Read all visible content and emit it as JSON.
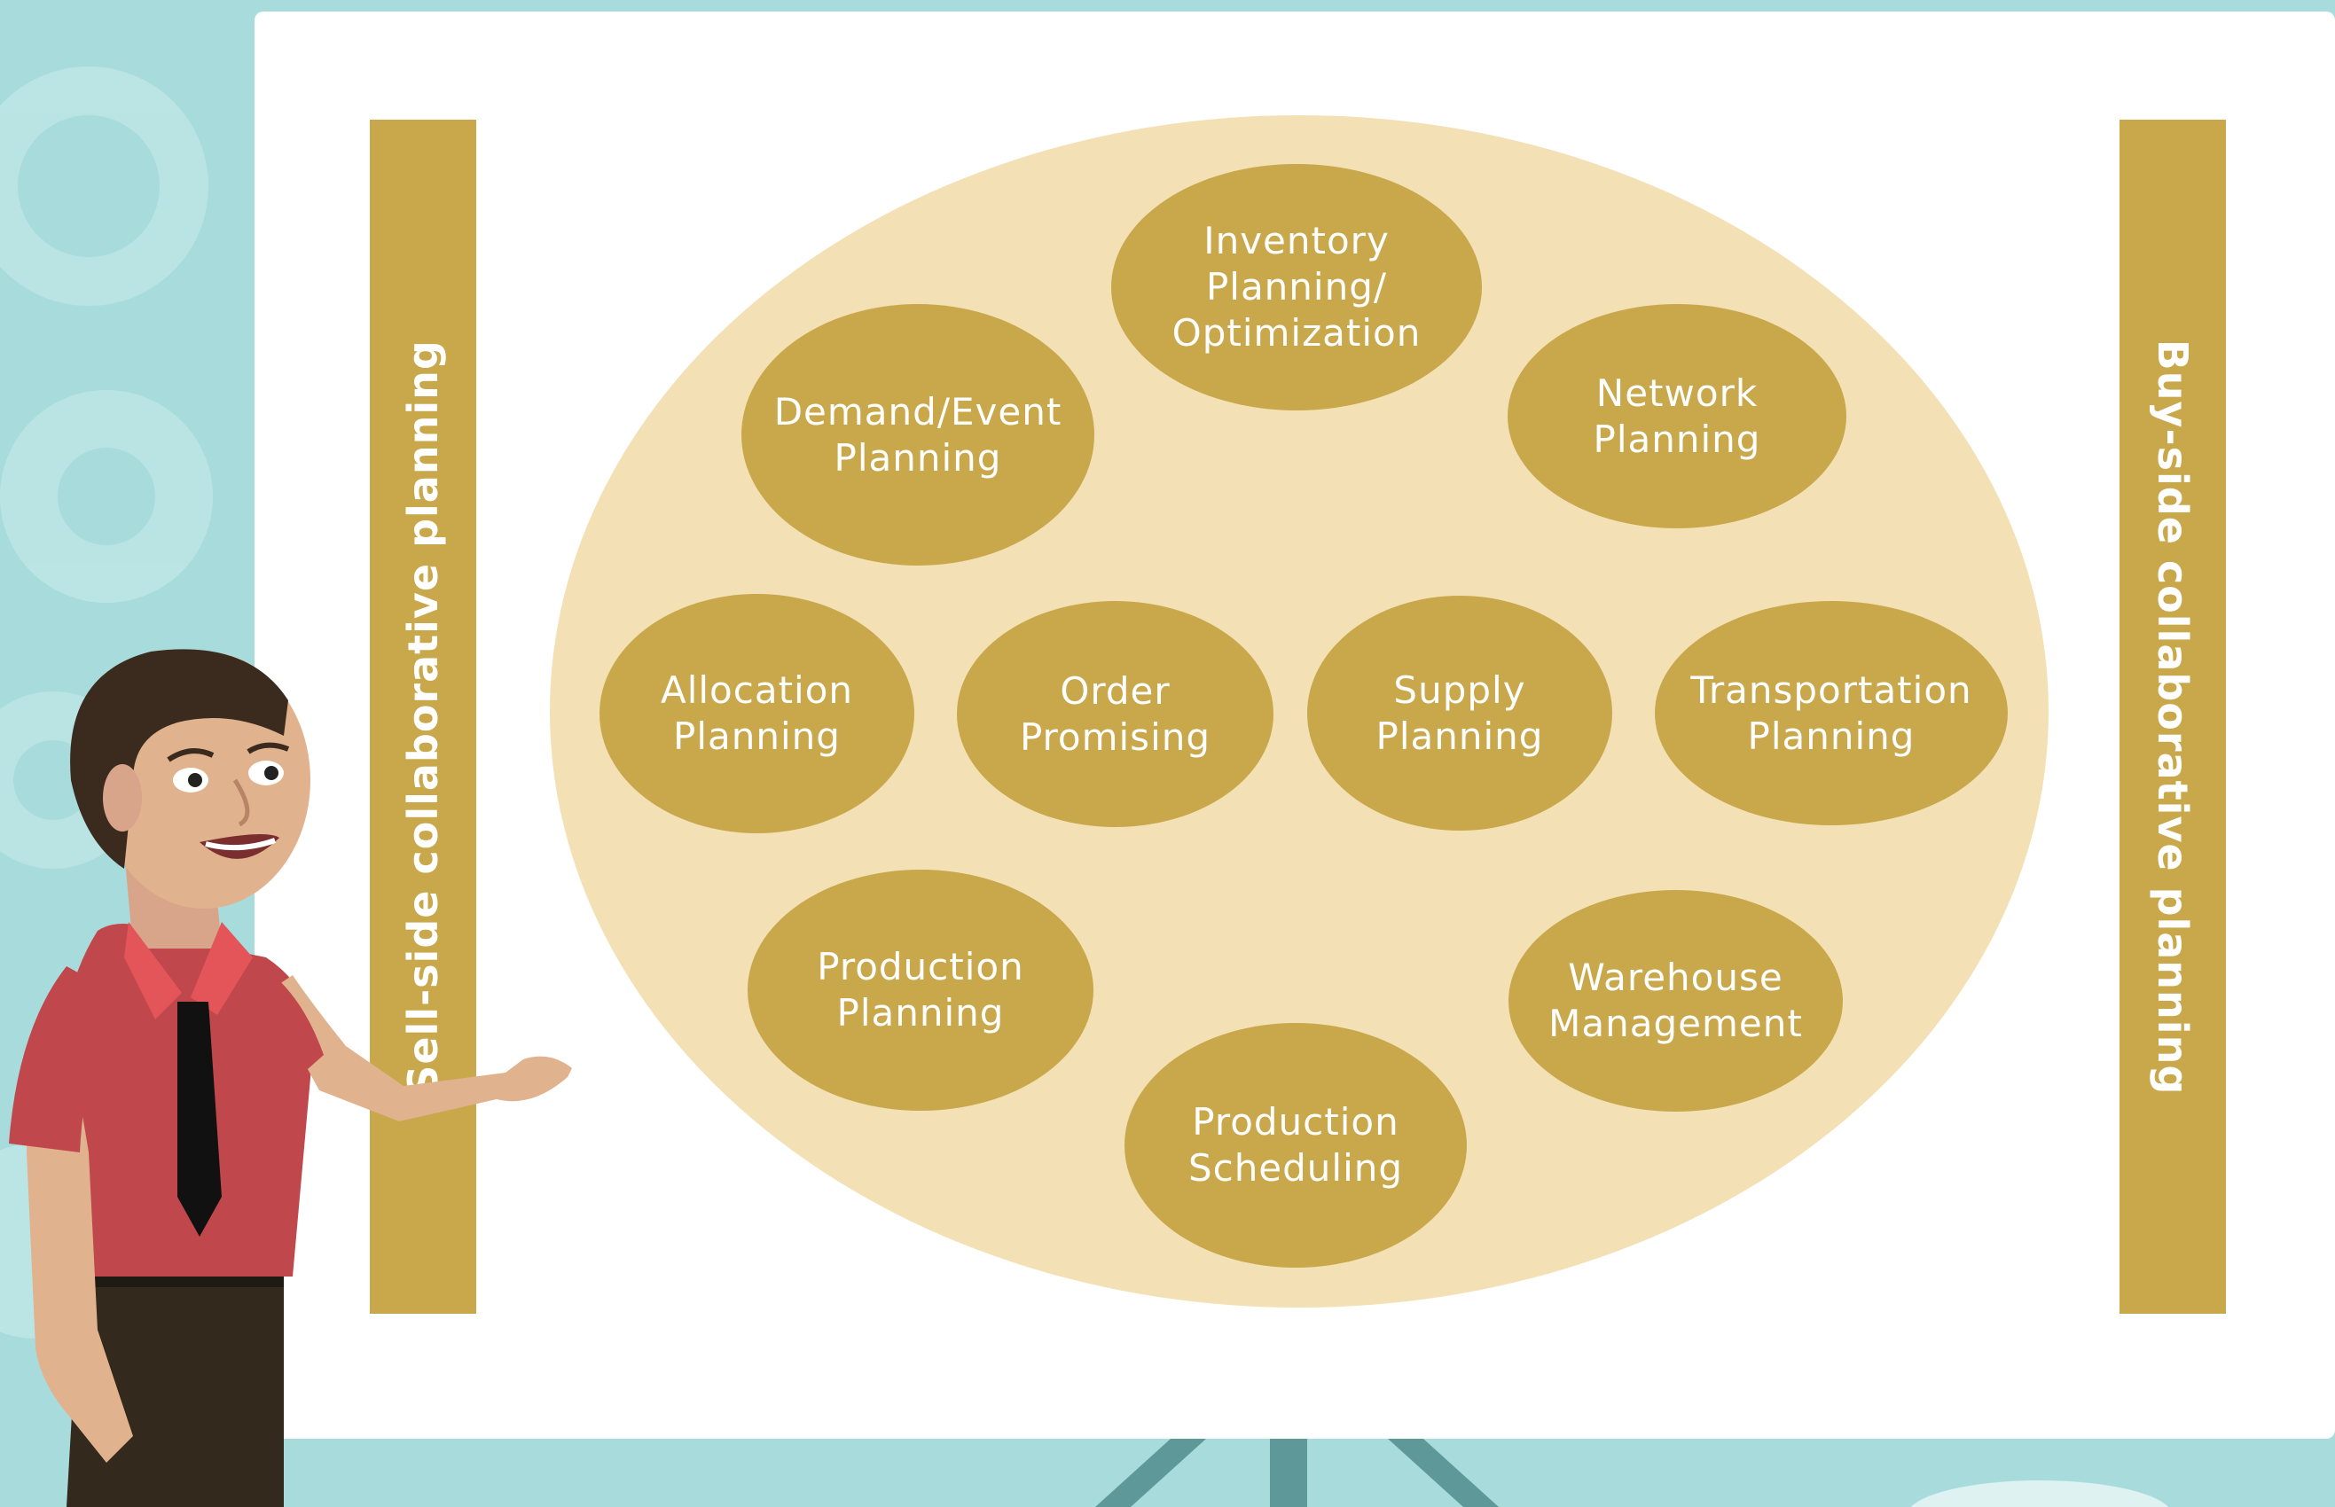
{
  "diagram": {
    "left_bar_label": "Sell-side collaborative planning",
    "right_bar_label": "Buy-side collaborative planning",
    "nodes": [
      {
        "id": "inventory",
        "label": "Inventory\nPlanning/\nOptimization"
      },
      {
        "id": "demand",
        "label": "Demand/Event\nPlanning"
      },
      {
        "id": "network",
        "label": "Network\nPlanning"
      },
      {
        "id": "allocation",
        "label": "Allocation\nPlanning"
      },
      {
        "id": "order",
        "label": "Order\nPromising"
      },
      {
        "id": "supply",
        "label": "Supply\nPlanning"
      },
      {
        "id": "transportation",
        "label": "Transportation\nPlanning"
      },
      {
        "id": "production-planning",
        "label": "Production\nPlanning"
      },
      {
        "id": "warehouse",
        "label": "Warehouse\nManagement"
      },
      {
        "id": "production-scheduling",
        "label": "Production\nScheduling"
      }
    ]
  },
  "colors": {
    "background": "#a8dcdc",
    "board": "#ffffff",
    "gold": "#c9a84c",
    "cream": "#f3e1b5"
  }
}
